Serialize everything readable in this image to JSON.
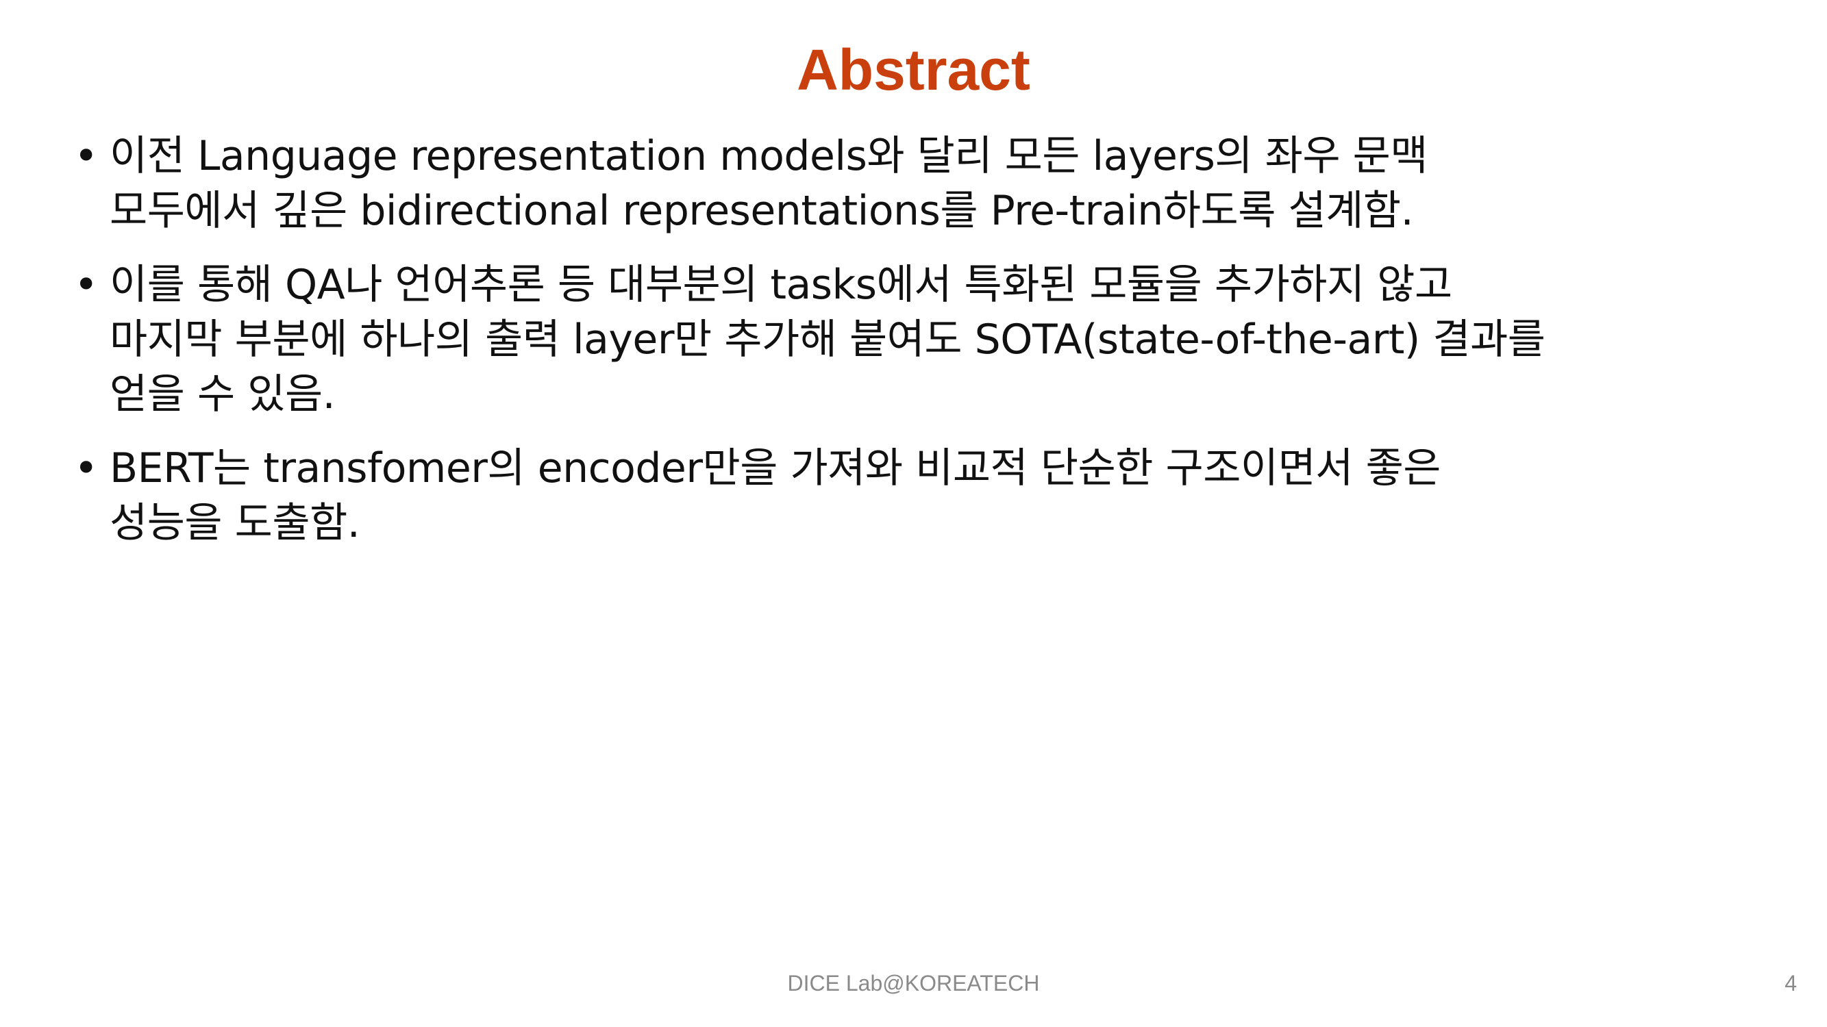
{
  "colors": {
    "title": "#C9400E",
    "body_text": "#111111",
    "footer_text": "#8A8A8A",
    "background": "#FFFFFF"
  },
  "slide": {
    "title": "Abstract",
    "bullet_symbol": "•",
    "bullets": [
      {
        "lines": [
          "이전 Language representation models와 달리 모든 layers의 좌우 문맥",
          "모두에서 깊은 bidirectional representations를 Pre-train하도록 설계함."
        ]
      },
      {
        "lines": [
          "이를 통해 QA나 언어추론 등 대부분의 tasks에서 특화된 모듈을 추가하지 않고",
          "마지막 부분에 하나의 출력 layer만 추가해 붙여도 SOTA(state-of-the-art) 결과를",
          "얻을 수 있음."
        ]
      },
      {
        "lines": [
          "BERT는 transfomer의 encoder만을 가져와 비교적 단순한 구조이면서 좋은",
          "성능을 도출함."
        ]
      }
    ]
  },
  "footer": {
    "center_text": "DICE Lab@KOREATECH",
    "page_number": "4"
  }
}
